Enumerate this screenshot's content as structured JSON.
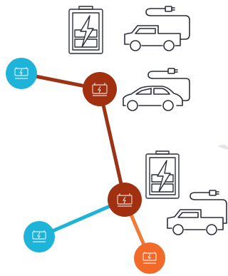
{
  "colors": {
    "line_dark": "#2b2f36",
    "brown": "#a0300f",
    "brown_line": "#9a3414",
    "cyan": "#1eb3d8",
    "orange": "#f26a2a",
    "orange_line": "#f07a3a",
    "white": "#ffffff"
  },
  "icons": [
    "battery-charging-icon",
    "pickup-truck-charging-icon",
    "sedan-charging-icon",
    "battery-charging-icon",
    "pickup-truck-charging-icon"
  ],
  "nodes": [
    {
      "name": "cyan-node-top",
      "color": "cyan",
      "icon": "battery-module-icon"
    },
    {
      "name": "brown-node-top",
      "color": "brown",
      "icon": "battery-module-icon"
    },
    {
      "name": "brown-node-bottom",
      "color": "brown",
      "icon": "battery-module-icon"
    },
    {
      "name": "cyan-node-bottom",
      "color": "cyan",
      "icon": "battery-module-icon"
    },
    {
      "name": "orange-node-bottom",
      "color": "orange",
      "icon": "battery-module-icon"
    }
  ]
}
